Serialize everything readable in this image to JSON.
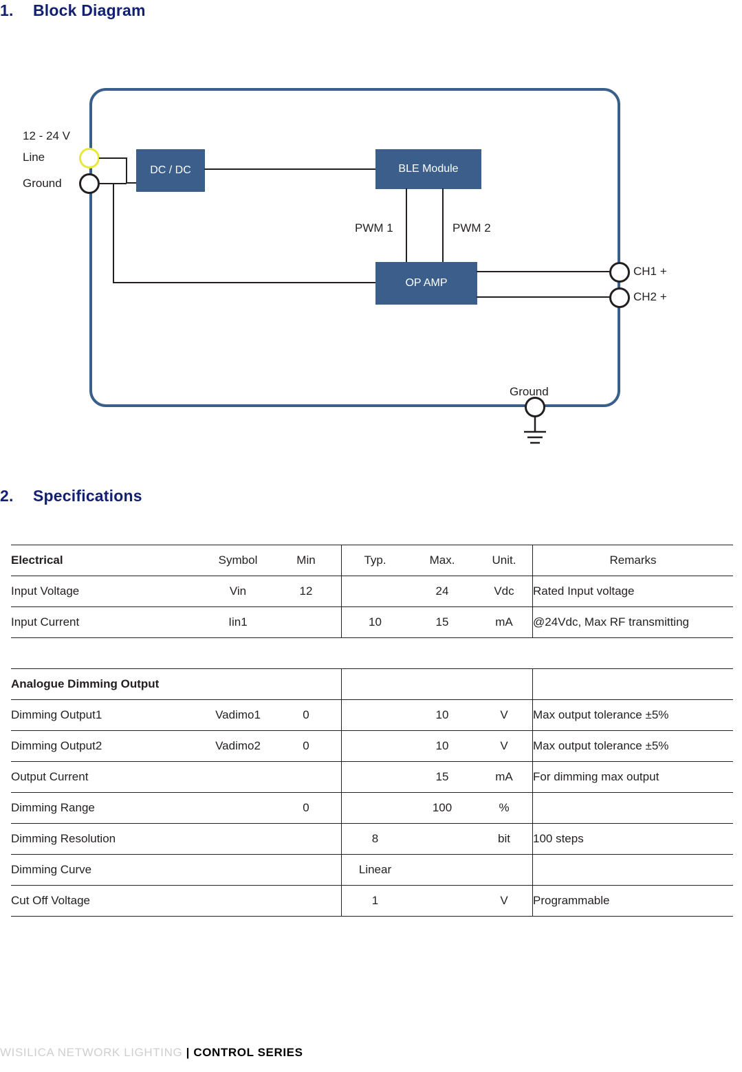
{
  "sections": [
    {
      "number": "1.",
      "title": "Block Diagram"
    },
    {
      "number": "2.",
      "title": "Specifications"
    }
  ],
  "diagram": {
    "blocks": [
      {
        "id": "dcdc",
        "label": "DC / DC"
      },
      {
        "id": "ble",
        "label": "BLE Module"
      },
      {
        "id": "opamp",
        "label": "OP AMP"
      }
    ],
    "labels": {
      "voltage": "12 - 24 V",
      "line": "Line",
      "ground_left": "Ground",
      "pwm1": "PWM 1",
      "pwm2": "PWM 2",
      "ch1": "CH1 +",
      "ch2": "CH2 +",
      "ground_bottom": "Ground"
    },
    "colors": {
      "frame": "#3a5f8a",
      "block_fill": "#3b5f8a",
      "block_text": "#ffffff",
      "wire": "#231f20",
      "line_node": "#e8e83a",
      "ground_node": "#231f20"
    }
  },
  "spec_table": {
    "columns": [
      "Electrical",
      "Symbol",
      "Min",
      "Typ.",
      "Max.",
      "Unit.",
      "Remarks"
    ],
    "electrical_rows": [
      {
        "name": "Input Voltage",
        "symbol": "Vin",
        "min": "12",
        "typ": "",
        "max": "24",
        "unit": "Vdc",
        "remarks": "Rated Input voltage"
      },
      {
        "name": "Input Current",
        "symbol": "Iin1",
        "min": "",
        "typ": "10",
        "max": "15",
        "unit": "mA",
        "remarks": "@24Vdc, Max RF transmitting"
      }
    ],
    "analogue_section_title": "Analogue Dimming Output",
    "analogue_rows": [
      {
        "name": "Dimming Output1",
        "symbol": "Vadimo1",
        "min": "0",
        "typ": "",
        "max": "10",
        "unit": "V",
        "remarks": "Max output tolerance ±5%"
      },
      {
        "name": "Dimming Output2",
        "symbol": "Vadimo2",
        "min": "0",
        "typ": "",
        "max": "10",
        "unit": "V",
        "remarks": "Max output tolerance ±5%"
      },
      {
        "name": "Output Current",
        "symbol": "",
        "min": "",
        "typ": "",
        "max": "15",
        "unit": "mA",
        "remarks": "For dimming max output"
      },
      {
        "name": "Dimming Range",
        "symbol": "",
        "min": "0",
        "typ": "",
        "max": "100",
        "unit": "%",
        "remarks": ""
      },
      {
        "name": "Dimming Resolution",
        "symbol": "",
        "min": "",
        "typ": "8",
        "max": "",
        "unit": "bit",
        "remarks": "100 steps"
      },
      {
        "name": "Dimming Curve",
        "symbol": "",
        "min": "",
        "typ": "Linear",
        "max": "",
        "unit": "",
        "remarks": ""
      },
      {
        "name": "Cut Off Voltage",
        "symbol": "",
        "min": "",
        "typ": "1",
        "max": "",
        "unit": "V",
        "remarks": "Programmable"
      }
    ]
  },
  "footer": {
    "light": "WISILICA NETWORK LIGHTING",
    "dark": "| CONTROL SERIES"
  }
}
